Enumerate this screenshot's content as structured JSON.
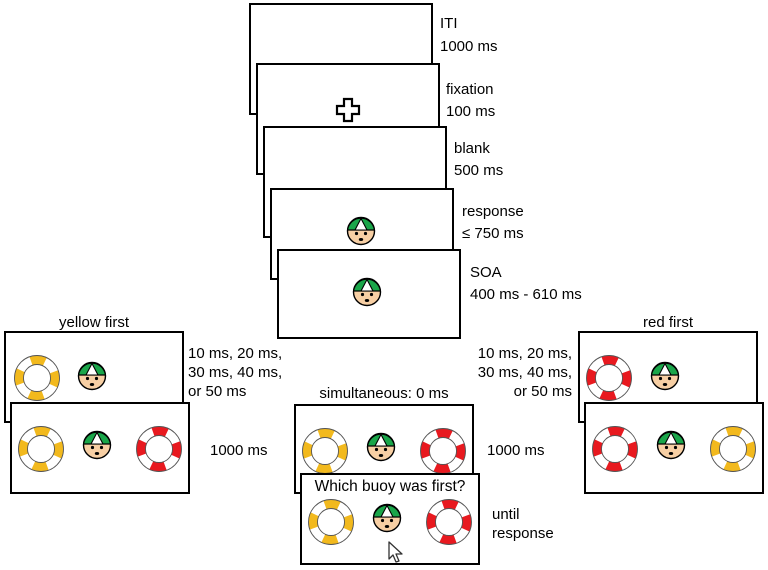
{
  "sequence": {
    "iti": {
      "name": "ITI",
      "duration": "1000 ms"
    },
    "fixation": {
      "name": "fixation",
      "duration": "100 ms"
    },
    "blank": {
      "name": "blank",
      "duration": "500 ms"
    },
    "response": {
      "name": "response",
      "duration": "≤ 750 ms"
    },
    "soa": {
      "name": "SOA",
      "duration": "400 ms - 610 ms"
    }
  },
  "yellow_first": {
    "title": "yellow first",
    "delays": "10 ms, 20 ms,\n30 ms, 40 ms,\nor 50 ms",
    "duration": "1000 ms"
  },
  "red_first": {
    "title": "red first",
    "delays": "10 ms, 20 ms,\n30 ms, 40 ms,\nor 50 ms"
  },
  "simultaneous": {
    "title": "simultaneous: 0 ms",
    "duration": "1000 ms"
  },
  "question": {
    "prompt": "Which buoy was first?",
    "duration": "until\nresponse"
  },
  "colors": {
    "green": "#1aa64a",
    "skin": "#f7cfa4",
    "yellow": "#f2b91d",
    "red": "#e8191f",
    "frame": "#000000"
  },
  "icons": [
    "fixation-cross-icon",
    "face-icon",
    "yellow-buoy-icon",
    "red-buoy-icon",
    "mouse-cursor-icon"
  ]
}
